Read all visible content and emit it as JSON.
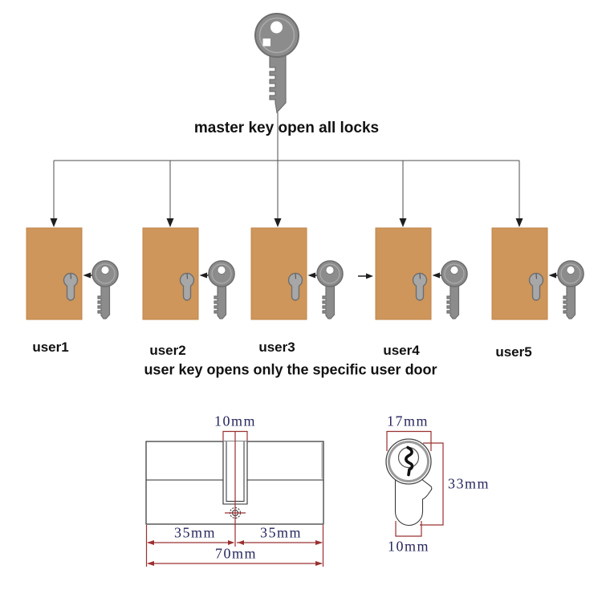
{
  "master": {
    "caption": "master key open all locks",
    "icon": "master-key-icon"
  },
  "users": [
    {
      "label": "user1"
    },
    {
      "label": "user2"
    },
    {
      "label": "user3"
    },
    {
      "label": "user4"
    },
    {
      "label": "user5"
    }
  ],
  "subtitle": "user key opens only the specific user door",
  "front_view": {
    "top_width": "10mm",
    "left_width": "35mm",
    "right_width": "35mm",
    "total_width": "70mm"
  },
  "profile_view": {
    "diameter": "17mm",
    "height": "33mm",
    "body_width": "10mm"
  },
  "icons": {
    "master_key": "master-key-icon",
    "user_key": "user-key-icon",
    "keyhole": "keyhole-icon",
    "door": "user-door",
    "down_arrow": "arrow-down-icon",
    "left_arrow": "arrow-left-icon",
    "right_arrow": "arrow-right-icon",
    "screw": "screw-icon",
    "keyway": "keyway-icon"
  },
  "colors": {
    "door_fill": "#CE965B",
    "door_edge": "#C08449",
    "key_gray": "#8C8C8C",
    "key_stroke": "#6E6E6E",
    "keyhole_gray": "#A7A7A7",
    "dim_line": "#9B3030",
    "dim_text": "#26265E",
    "connector": "#4D4D4D",
    "outline": "#333333",
    "background": "#FFFFFF"
  }
}
